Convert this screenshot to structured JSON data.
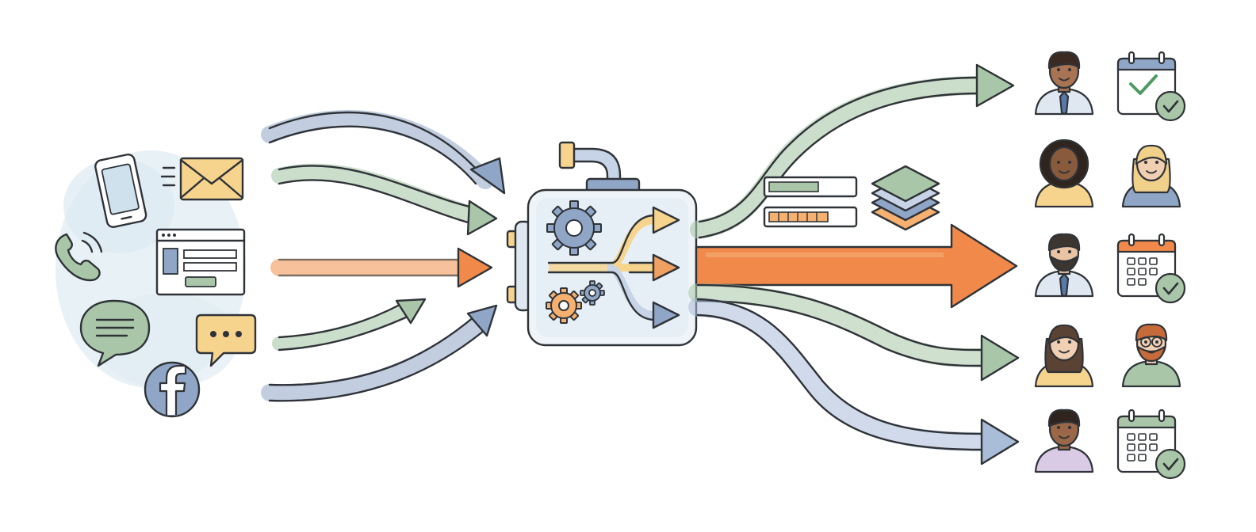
{
  "colors": {
    "ink": "#2f3338",
    "blue": "#8fa6c6",
    "blue_light": "#c7d3e6",
    "green": "#a9c7a8",
    "green_light": "#d6e6d4",
    "orange": "#f0894a",
    "orange_light": "#f6c39a",
    "yellow": "#f6d48e",
    "wash": "#dde9f2",
    "check": "#4f9a63"
  },
  "inputs": [
    {
      "icon": "smartphone-icon"
    },
    {
      "icon": "email-envelope-icon"
    },
    {
      "icon": "phone-call-icon"
    },
    {
      "icon": "web-form-icon"
    },
    {
      "icon": "chat-bubble-icon"
    },
    {
      "icon": "message-typing-icon"
    },
    {
      "icon": "facebook-icon"
    }
  ],
  "incoming_arrows": [
    {
      "color": "blue"
    },
    {
      "color": "green"
    },
    {
      "color": "orange"
    },
    {
      "color": "green"
    },
    {
      "color": "blue"
    }
  ],
  "router": {
    "icon": "routing-machine-icon",
    "parts": [
      "gear-icon",
      "split-arrows-icon"
    ]
  },
  "status_widgets": [
    "progress-bars-icon",
    "layers-stack-icon"
  ],
  "outgoing_arrows": [
    {
      "color": "green"
    },
    {
      "color": "orange",
      "emphasis": "primary"
    },
    {
      "color": "green"
    },
    {
      "color": "blue"
    }
  ],
  "recipients": [
    {
      "row": 1,
      "left": "agent-avatar",
      "right": "calendar-check-icon"
    },
    {
      "row": 2,
      "left": "agent-avatar",
      "right": "agent-avatar"
    },
    {
      "row": 3,
      "left": "agent-avatar",
      "right": "calendar-schedule-icon"
    },
    {
      "row": 4,
      "left": "agent-avatar",
      "right": "agent-avatar"
    },
    {
      "row": 5,
      "left": "agent-avatar",
      "right": "calendar-schedule-icon"
    }
  ]
}
